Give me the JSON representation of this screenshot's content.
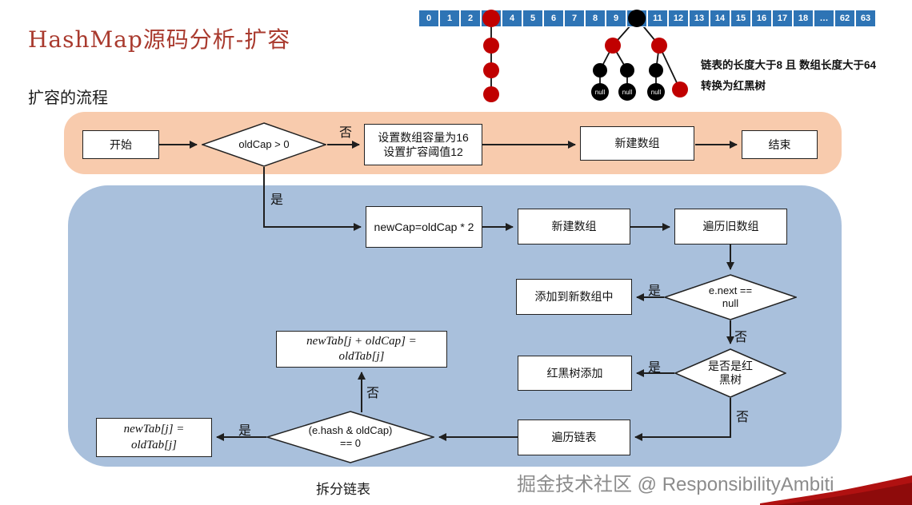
{
  "page": {
    "title": "HashMap源码分析-扩容",
    "subtitle": "扩容的流程",
    "footer_note": "拆分链表",
    "watermark": "掘金技术社区 @ ResponsibilityAmbiti"
  },
  "array": {
    "cells": [
      "0",
      "1",
      "2",
      "",
      "4",
      "5",
      "6",
      "7",
      "8",
      "9",
      "",
      "11",
      "12",
      "13",
      "14",
      "15",
      "16",
      "17",
      "18",
      "…",
      "62",
      "63"
    ],
    "null_label": "null",
    "caption_line1": "链表的长度大于8 且 数组长度大于64",
    "caption_line2": "转换为红黑树"
  },
  "flow": {
    "start": "开始",
    "end": "结束",
    "yes_label": "是",
    "no_label": "否",
    "d_oldcap": "oldCap > 0",
    "set_capacity_line1": "设置数组容量为16",
    "set_capacity_line2": "设置扩容阈值12",
    "new_array_top": "新建数组",
    "newcap": "newCap=oldCap * 2",
    "new_array": "新建数组",
    "iterate_old": "遍历旧数组",
    "d_enext_line1": "e.next ==",
    "d_enext_line2": "null",
    "add_to_new": "添加到新数组中",
    "d_rbtree_line1": "是否是红",
    "d_rbtree_line2": "黑树",
    "rbtree_add": "红黑树添加",
    "iterate_list": "遍历链表",
    "d_hash_line1": "(e.hash & oldCap)",
    "d_hash_line2": "== 0",
    "newtab_j_line1": "newTab[j] =",
    "newtab_j_line2": "oldTab[j]",
    "newtab_jold_line1": "newTab[j + oldCap] =",
    "newtab_jold_line2": "oldTab[j]"
  },
  "colors": {
    "orange_band": "#f8cbad",
    "blue_band": "#a9c0dc",
    "cell_blue": "#2e74b5",
    "node_red": "#c00000",
    "node_black": "#000000",
    "title_red": "#a93a2e",
    "brush_red": "#b01111"
  }
}
